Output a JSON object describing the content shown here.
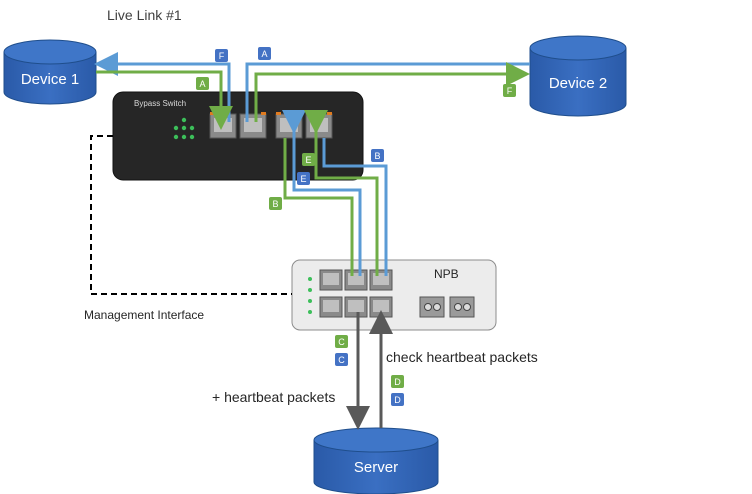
{
  "title": "Live Link #1",
  "devices": {
    "device1": "Device 1",
    "device2": "Device 2",
    "server": "Server"
  },
  "bypass_switch": {
    "label": "Bypass Switch"
  },
  "npb": {
    "label": "NPB"
  },
  "annotations": {
    "management_interface": "Management Interface",
    "check_heartbeat": "check heartbeat packets",
    "add_heartbeat": "+ heartbeat packets"
  },
  "badges": {
    "A": "A",
    "B": "B",
    "C": "C",
    "D": "D",
    "E": "E",
    "F": "F"
  },
  "colors": {
    "device_blue": "#2f63b0",
    "green_link": "#70ad47",
    "blue_link": "#5b9bd5",
    "badge_blue": "#4472c4",
    "badge_green": "#70ad47",
    "switch_body": "#262626",
    "npb_body": "#ececec"
  }
}
